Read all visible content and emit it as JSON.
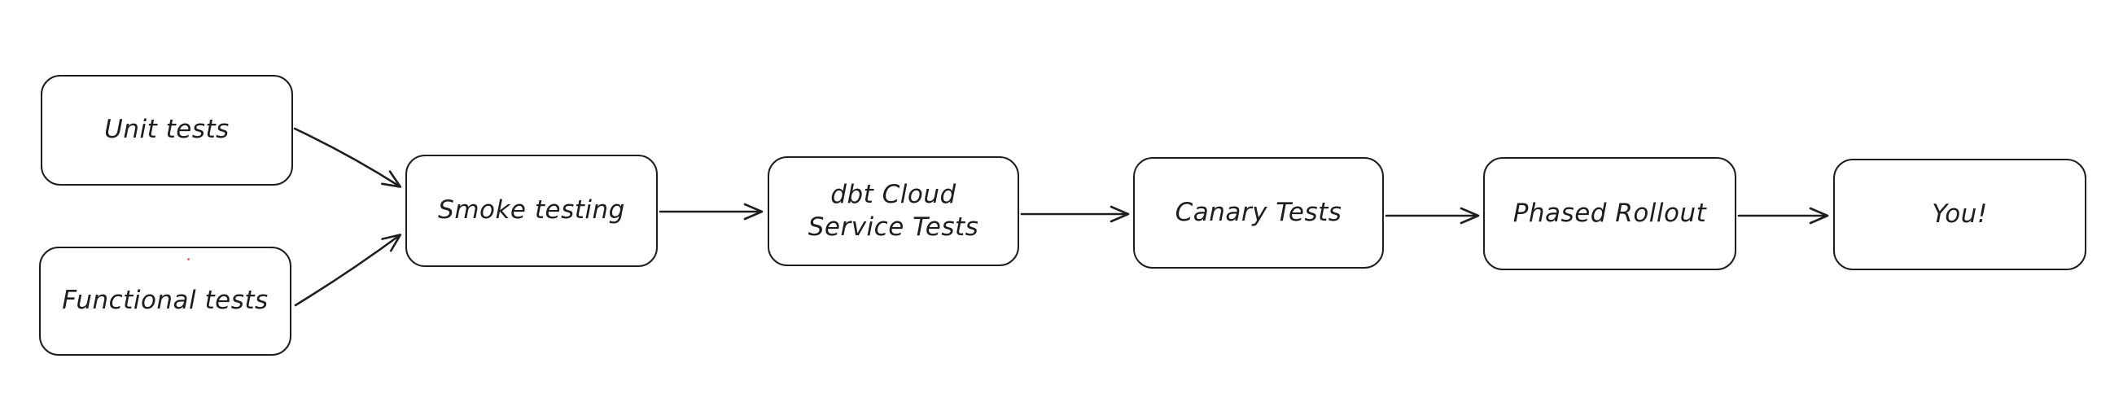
{
  "diagram": {
    "title": "release testing pipeline flowchart",
    "style": "hand-drawn whiteboard (excalidraw-like)",
    "colors": {
      "background": "#ffffff",
      "stroke": "#1e1e1e",
      "text": "#1e1e1e",
      "node_fill": "#ffffff",
      "speck": "#e57373"
    },
    "nodes": [
      {
        "id": "unit-tests",
        "label": "Unit tests"
      },
      {
        "id": "functional-tests",
        "label": "Functional tests"
      },
      {
        "id": "smoke-testing",
        "label": "Smoke testing"
      },
      {
        "id": "dbt-cloud-service-tests",
        "label": "dbt Cloud\nService Tests"
      },
      {
        "id": "canary-tests",
        "label": "Canary Tests"
      },
      {
        "id": "phased-rollout",
        "label": "Phased Rollout"
      },
      {
        "id": "you",
        "label": "You!"
      }
    ],
    "edges": [
      {
        "from": "unit-tests",
        "to": "smoke-testing"
      },
      {
        "from": "functional-tests",
        "to": "smoke-testing"
      },
      {
        "from": "smoke-testing",
        "to": "dbt-cloud-service-tests"
      },
      {
        "from": "dbt-cloud-service-tests",
        "to": "canary-tests"
      },
      {
        "from": "canary-tests",
        "to": "phased-rollout"
      },
      {
        "from": "phased-rollout",
        "to": "you"
      }
    ]
  }
}
